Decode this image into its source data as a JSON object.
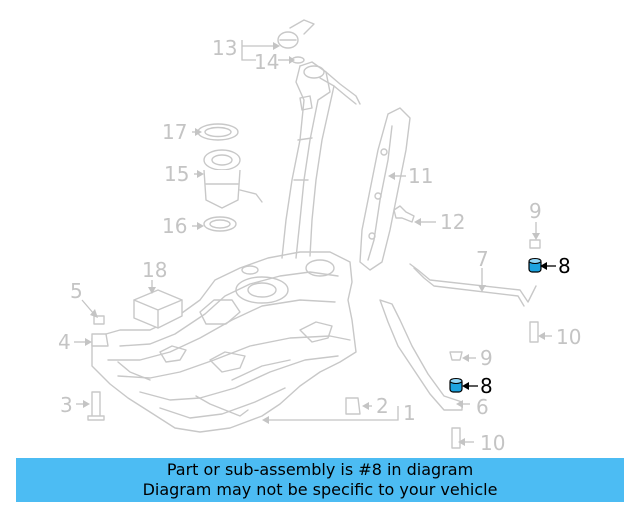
{
  "banner": {
    "line1": "Part or sub-assembly is #8 in diagram",
    "line2": "Diagram may not be specific to your vehicle"
  },
  "callouts": {
    "c13": "13",
    "c14": "14",
    "c17": "17",
    "c15": "15",
    "c16": "16",
    "c11": "11",
    "c12": "12",
    "c9a": "9",
    "c8a": "8",
    "c7": "7",
    "c18": "18",
    "c5": "5",
    "c4": "4",
    "c10a": "10",
    "c9b": "9",
    "c8b": "8",
    "c3": "3",
    "c2": "2",
    "c1": "1",
    "c6": "6",
    "c10b": "10"
  },
  "highlight_part": "8",
  "colors": {
    "banner": "#4cbcf3",
    "highlight": "#1da3e0",
    "line_art": "#c8c8c8"
  }
}
